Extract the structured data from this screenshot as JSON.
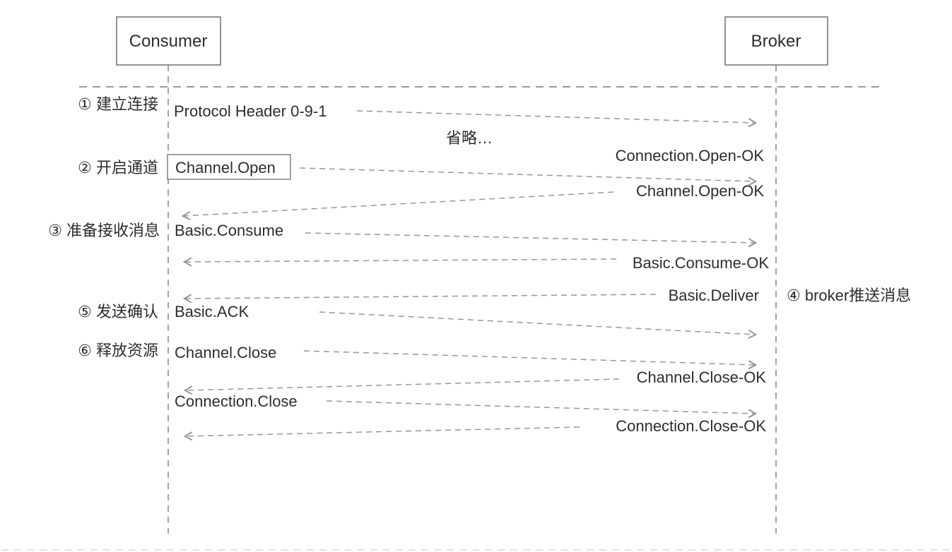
{
  "actors": {
    "consumer": "Consumer",
    "broker": "Broker"
  },
  "steps": {
    "step1": "① 建立连接",
    "step2": "② 开启通道",
    "step3": "③ 准备接收消息",
    "step4": "④ broker推送消息",
    "step5": "⑤ 发送确认",
    "step6": "⑥ 释放资源"
  },
  "messages": {
    "protocol_header": "Protocol Header 0-9-1",
    "ellipsis": "省略…",
    "connection_open_ok": "Connection.Open-OK",
    "channel_open": "Channel.Open",
    "channel_open_ok": "Channel.Open-OK",
    "basic_consume": "Basic.Consume",
    "basic_consume_ok": "Basic.Consume-OK",
    "basic_deliver": "Basic.Deliver",
    "basic_ack": "Basic.ACK",
    "channel_close": "Channel.Close",
    "channel_close_ok": "Channel.Close-OK",
    "connection_close": "Connection.Close",
    "connection_close_ok": "Connection.Close-OK"
  },
  "colors": {
    "text": "#2d2d2d",
    "arrow_line": "#979797",
    "box_border": "#6e6e6e",
    "lifeline": "#8c8c8c"
  }
}
